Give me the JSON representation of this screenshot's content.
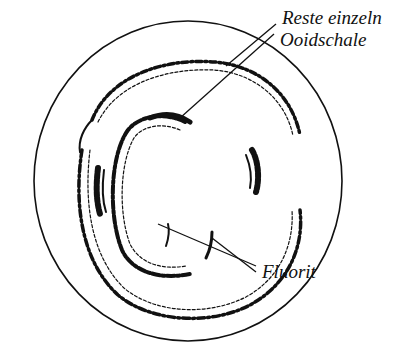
{
  "diagram": {
    "labels": [
      "Reste einzeln",
      "Ooidschale",
      "Fluorit"
    ]
  }
}
